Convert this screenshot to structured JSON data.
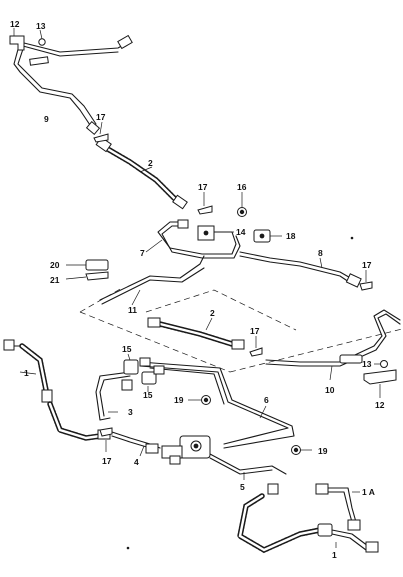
{
  "callouts": {
    "c12_top": "12",
    "c13_top": "13",
    "c9": "9",
    "c17_a": "17",
    "c2_top": "2",
    "c17_b": "17",
    "c16": "16",
    "c14": "14",
    "c18": "18",
    "c7": "7",
    "c8": "8",
    "c20": "20",
    "c21": "21",
    "c17_c": "17",
    "c11": "11",
    "c2_mid": "2",
    "c17_d": "17",
    "c13_mid": "13",
    "c10": "10",
    "c12_mid": "12",
    "c1_left": "1",
    "c15_a": "15",
    "c15_b": "15",
    "c19_a": "19",
    "c6": "6",
    "c3": "3",
    "c17_e": "17",
    "c4": "4",
    "c5": "5",
    "c19_b": "19",
    "c1a": "1 A",
    "c1_bottom": "1"
  }
}
